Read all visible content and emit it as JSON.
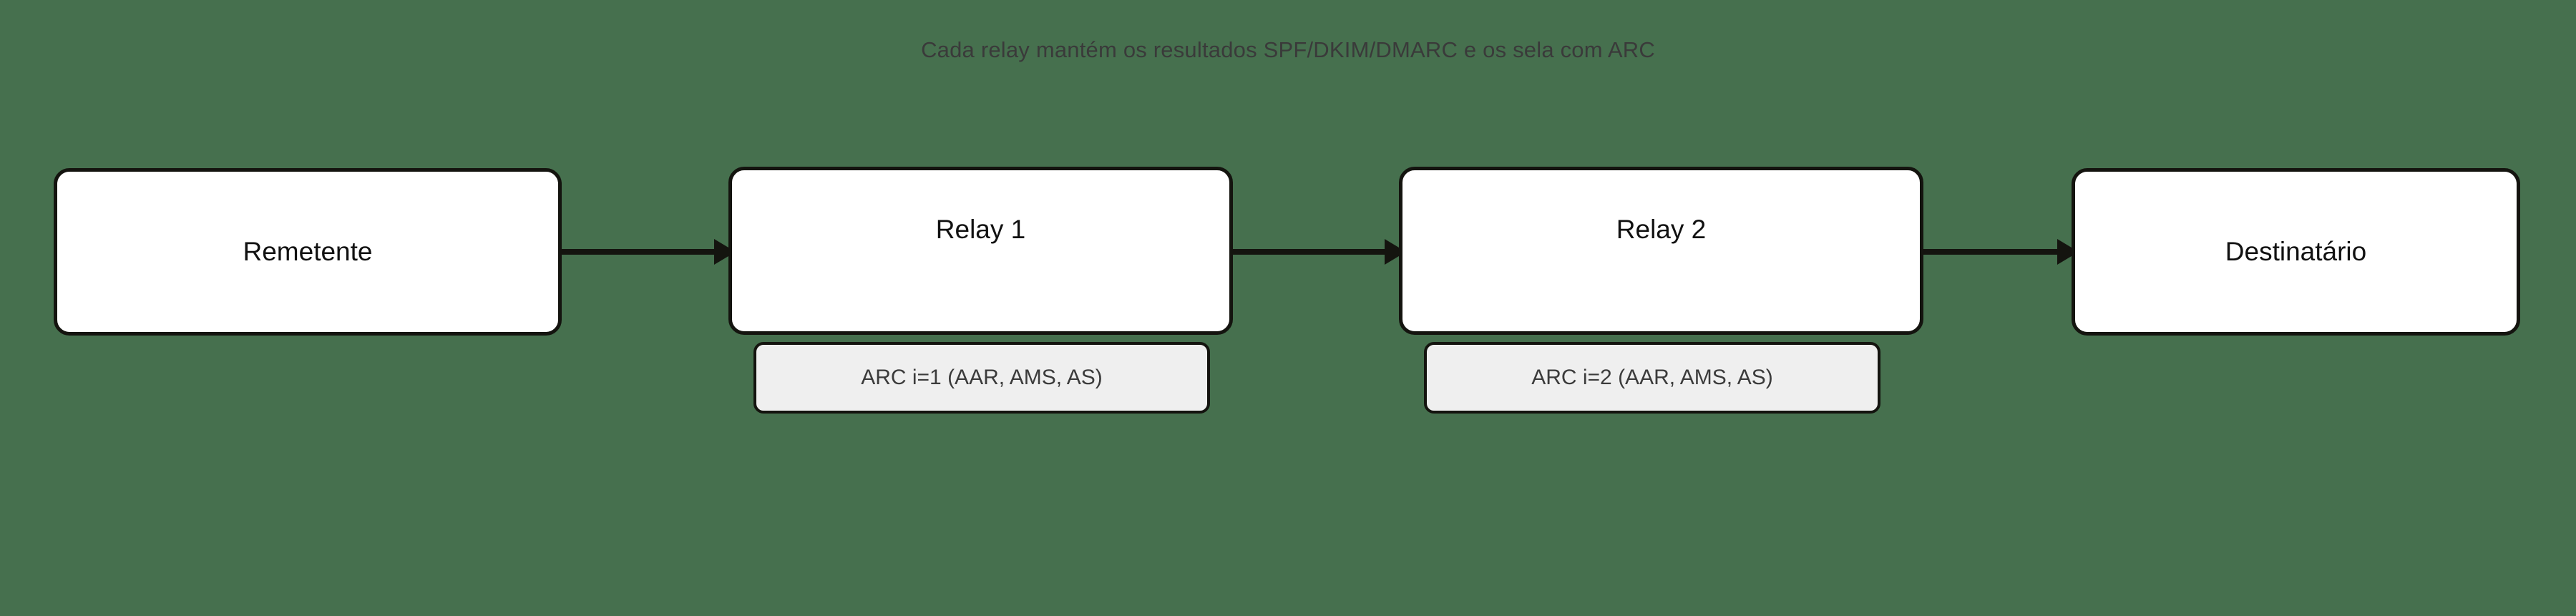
{
  "diagram": {
    "title": "Cada relay mantém os resultados SPF/DKIM/DMARC e os sela com ARC",
    "background_color": "#46704e",
    "node_fill_color": "#ffffff",
    "node_border_color": "#14140f",
    "badge_fill_color": "#efefef",
    "connector_color": "#14140f",
    "nodes": [
      {
        "id": "remetente",
        "label": "Remetente"
      },
      {
        "id": "relay1",
        "label": "Relay 1"
      },
      {
        "id": "relay2",
        "label": "Relay 2"
      },
      {
        "id": "destinatario",
        "label": "Destinatário"
      }
    ],
    "badges": [
      {
        "id": "relay1-arc",
        "label": "ARC i=1 (AAR, AMS, AS)"
      },
      {
        "id": "relay2-arc",
        "label": "ARC i=2 (AAR, AMS, AS)"
      }
    ],
    "edges": [
      {
        "id": "remetente-relay1",
        "from": "Remetente",
        "to": "Relay 1",
        "label": "",
        "arrow": "filled-triangle"
      },
      {
        "id": "relay1-relay2",
        "from": "Relay 1",
        "to": "Relay 2",
        "label": "",
        "arrow": "filled-triangle"
      },
      {
        "id": "relay2-destinatario",
        "from": "Relay 2",
        "to": "Destinatário",
        "label": "",
        "arrow": "filled-triangle"
      }
    ]
  }
}
